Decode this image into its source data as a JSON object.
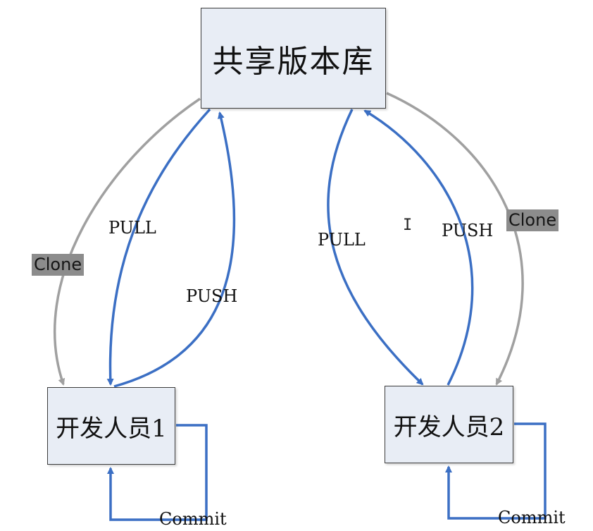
{
  "diagram": {
    "nodes": {
      "repo": "共享版本库",
      "dev1": "开发人员1",
      "dev2": "开发人员2"
    },
    "labels": {
      "pull_left": "PULL",
      "push_left": "PUSH",
      "pull_right": "PULL",
      "push_right": "PUSH",
      "clone_left": "Clone",
      "clone_right": "Clone",
      "commit_left": "Commit",
      "commit_right": "Commit"
    },
    "colors": {
      "push_pull": "#3b6fc4",
      "clone": "#a0a0a0",
      "clone_label_bg": "#8c8c8c",
      "node_fill": "#e8edf5"
    }
  }
}
